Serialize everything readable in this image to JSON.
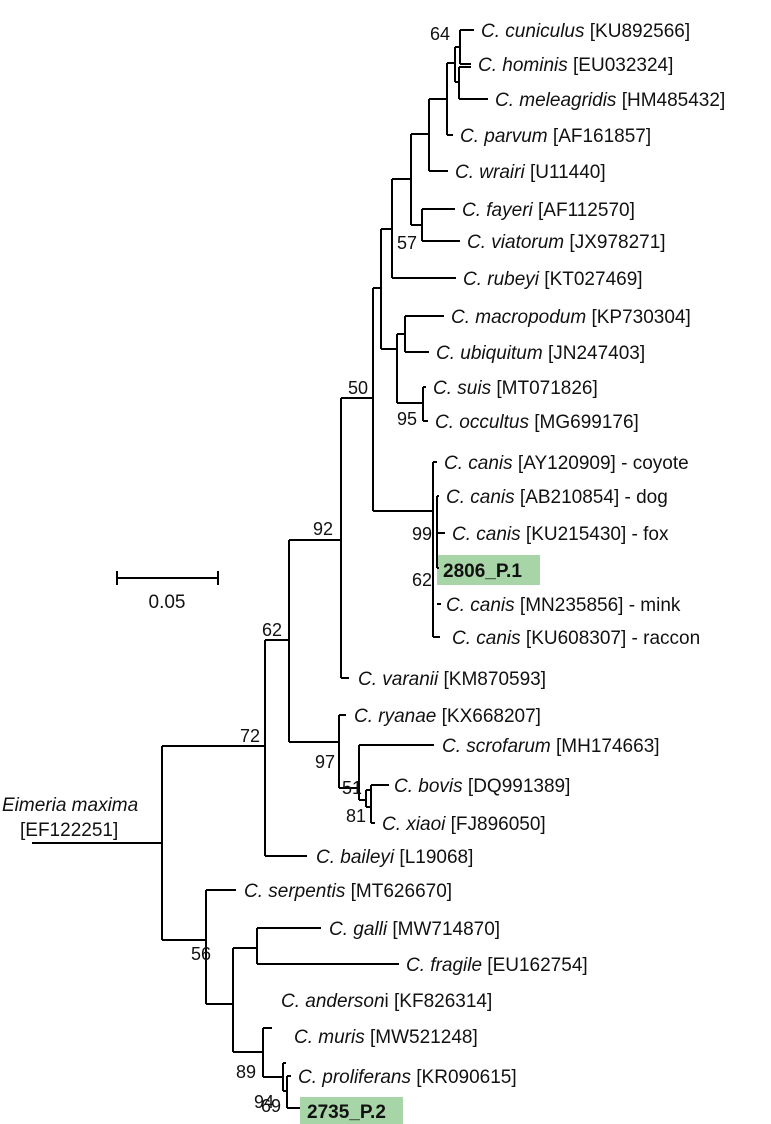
{
  "highlight_color": "#a8d5a8",
  "scale_bar": {
    "label": "0.05",
    "value": 0.05
  },
  "outgroup": {
    "name": "Eimeria maxima",
    "accession": "[EF122251]"
  },
  "taxa": [
    {
      "id": "cuniculus",
      "species": "C. cuniculus",
      "rest": " [KU892566]"
    },
    {
      "id": "hominis",
      "species": "C. hominis",
      "rest": " [EU032324]"
    },
    {
      "id": "meleagridis",
      "species": "C. meleagridis",
      "rest": " [HM485432]"
    },
    {
      "id": "parvum",
      "species": "C. parvum",
      "rest": " [AF161857]"
    },
    {
      "id": "wrairi",
      "species": "C. wrairi",
      "rest": " [U11440]"
    },
    {
      "id": "fayeri",
      "species": "C. fayeri",
      "rest": " [AF112570]"
    },
    {
      "id": "viatorum",
      "species": "C. viatorum",
      "rest": " [JX978271]"
    },
    {
      "id": "rubeyi",
      "species": "C. rubeyi",
      "rest": " [KT027469]"
    },
    {
      "id": "macropodum",
      "species": "C. macropodum",
      "rest": " [KP730304]"
    },
    {
      "id": "ubiquitum",
      "species": "C. ubiquitum",
      "rest": " [JN247403]"
    },
    {
      "id": "suis",
      "species": "C. suis",
      "rest": " [MT071826]"
    },
    {
      "id": "occultus",
      "species": "C. occultus",
      "rest": " [MG699176]"
    },
    {
      "id": "canis-coyote",
      "species": "C. canis",
      "rest": " [AY120909] - coyote"
    },
    {
      "id": "canis-dog",
      "species": "C. canis",
      "rest": " [AB210854] - dog"
    },
    {
      "id": "canis-fox",
      "species": "C. canis",
      "rest": " [KU215430] - fox"
    },
    {
      "id": "isolate-2806",
      "species": "",
      "rest": "2806_P.1",
      "highlight": true
    },
    {
      "id": "canis-mink",
      "species": "C. canis",
      "rest": " [MN235856] - mink"
    },
    {
      "id": "canis-raccon",
      "species": "C. canis",
      "rest": " [KU608307] - raccon"
    },
    {
      "id": "varanii",
      "species": "C. varanii",
      "rest": " [KM870593]"
    },
    {
      "id": "ryanae",
      "species": "C. ryanae",
      "rest": " [KX668207]"
    },
    {
      "id": "scrofarum",
      "species": "C. scrofarum",
      "rest": " [MH174663]"
    },
    {
      "id": "bovis",
      "species": "C. bovis",
      "rest": " [DQ991389]"
    },
    {
      "id": "xiaoi",
      "species": "C. xiaoi",
      "rest": " [FJ896050]"
    },
    {
      "id": "baileyi",
      "species": "C. baileyi",
      "rest": " [L19068]"
    },
    {
      "id": "serpentis",
      "species": "C. serpentis",
      "rest": " [MT626670]"
    },
    {
      "id": "galli",
      "species": "C. galli",
      "rest": " [MW714870]"
    },
    {
      "id": "fragile",
      "species": "C. fragile",
      "rest": " [EU162754]"
    },
    {
      "id": "andersoni",
      "species": "C. anderson",
      "rest": "i [KF826314]"
    },
    {
      "id": "muris",
      "species": "C. muris",
      "rest": " [MW521248]"
    },
    {
      "id": "proliferans",
      "species": "C. proliferans",
      "rest": " [KR090615]"
    },
    {
      "id": "isolate-2735",
      "species": "",
      "rest": "2735_P.2",
      "highlight": true
    }
  ],
  "bootstrap": [
    {
      "id": "cuniculus-hominis",
      "value": "64"
    },
    {
      "id": "fayeri-viatorum",
      "value": "57"
    },
    {
      "id": "suis-occultus",
      "value": "95"
    },
    {
      "id": "intestinal-clade",
      "value": "50"
    },
    {
      "id": "canis-clade",
      "value": "99"
    },
    {
      "id": "canis-2806",
      "value": "62"
    },
    {
      "id": "intestinal-varanii",
      "value": "92"
    },
    {
      "id": "crown-gastric",
      "value": "62"
    },
    {
      "id": "ryanae-group",
      "value": "97"
    },
    {
      "id": "bovis-xiaoi-outer",
      "value": "51"
    },
    {
      "id": "bovis-xiaoi",
      "value": "81"
    },
    {
      "id": "baileyi-group",
      "value": "72"
    },
    {
      "id": "gastric-clade",
      "value": "56"
    },
    {
      "id": "andersoni-group",
      "value": "89"
    },
    {
      "id": "muris-group",
      "value": "94"
    },
    {
      "id": "proliferans-2735",
      "value": "69"
    }
  ]
}
